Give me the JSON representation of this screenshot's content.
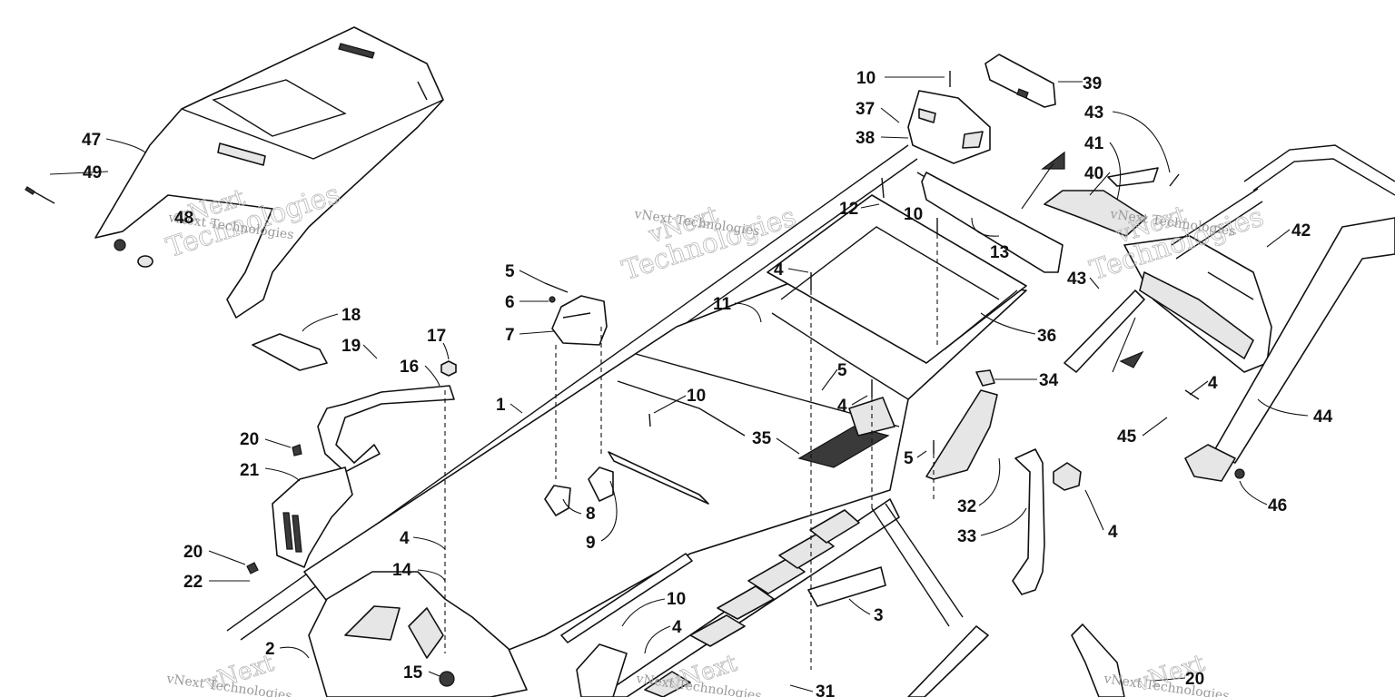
{
  "watermark": {
    "company": "vNext Technologies",
    "word1": "vNext",
    "word2": "Technologies"
  },
  "callouts": [
    {
      "id": "c10a",
      "label": "10"
    },
    {
      "id": "c39",
      "label": "39"
    },
    {
      "id": "c37",
      "label": "37"
    },
    {
      "id": "c38",
      "label": "38"
    },
    {
      "id": "c43a",
      "label": "43"
    },
    {
      "id": "c41",
      "label": "41"
    },
    {
      "id": "c40",
      "label": "40"
    },
    {
      "id": "c47",
      "label": "47"
    },
    {
      "id": "c49",
      "label": "49"
    },
    {
      "id": "c48",
      "label": "48"
    },
    {
      "id": "c12",
      "label": "12"
    },
    {
      "id": "c10b",
      "label": "10"
    },
    {
      "id": "c13",
      "label": "13"
    },
    {
      "id": "c42",
      "label": "42"
    },
    {
      "id": "c43b",
      "label": "43"
    },
    {
      "id": "c5a",
      "label": "5"
    },
    {
      "id": "c6",
      "label": "6"
    },
    {
      "id": "c7",
      "label": "7"
    },
    {
      "id": "c4a",
      "label": "4"
    },
    {
      "id": "c11",
      "label": "11"
    },
    {
      "id": "c36",
      "label": "36"
    },
    {
      "id": "c18",
      "label": "18"
    },
    {
      "id": "c17",
      "label": "17"
    },
    {
      "id": "c19",
      "label": "19"
    },
    {
      "id": "c16",
      "label": "16"
    },
    {
      "id": "c5b",
      "label": "5"
    },
    {
      "id": "c34",
      "label": "34"
    },
    {
      "id": "c4b",
      "label": "4"
    },
    {
      "id": "c1",
      "label": "1"
    },
    {
      "id": "c10c",
      "label": "10"
    },
    {
      "id": "c4c",
      "label": "4"
    },
    {
      "id": "c44",
      "label": "44"
    },
    {
      "id": "c20a",
      "label": "20"
    },
    {
      "id": "c35",
      "label": "35"
    },
    {
      "id": "c45",
      "label": "45"
    },
    {
      "id": "c21",
      "label": "21"
    },
    {
      "id": "c5c",
      "label": "5"
    },
    {
      "id": "c46",
      "label": "46"
    },
    {
      "id": "c32",
      "label": "32"
    },
    {
      "id": "c8",
      "label": "8"
    },
    {
      "id": "c4d",
      "label": "4"
    },
    {
      "id": "c33",
      "label": "33"
    },
    {
      "id": "c9",
      "label": "9"
    },
    {
      "id": "c4e",
      "label": "4"
    },
    {
      "id": "c20b",
      "label": "20"
    },
    {
      "id": "c14",
      "label": "14"
    },
    {
      "id": "c22",
      "label": "22"
    },
    {
      "id": "c10d",
      "label": "10"
    },
    {
      "id": "c3",
      "label": "3"
    },
    {
      "id": "c2",
      "label": "2"
    },
    {
      "id": "c4f",
      "label": "4"
    },
    {
      "id": "c15",
      "label": "15"
    },
    {
      "id": "c31",
      "label": "31"
    },
    {
      "id": "c20c",
      "label": "20"
    }
  ]
}
